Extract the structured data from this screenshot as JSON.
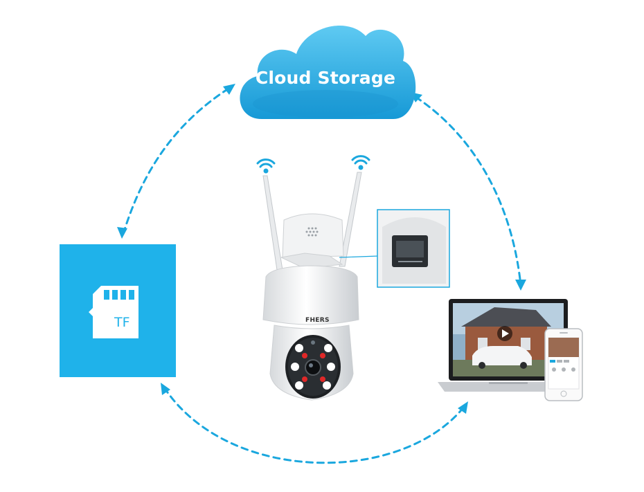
{
  "cloud": {
    "label": "Cloud Storage",
    "icon": "cloud-icon"
  },
  "tf_card": {
    "label": "TF",
    "icon": "sd-card-icon"
  },
  "camera": {
    "brand": "FHERS",
    "icon": "ptz-camera-icon"
  },
  "devices": {
    "laptop_icon": "laptop-icon",
    "phone_icon": "smartphone-icon"
  },
  "colors": {
    "accent": "#1fb2ea",
    "cloud": "#33b5e8",
    "arrow": "#1aa7de"
  }
}
